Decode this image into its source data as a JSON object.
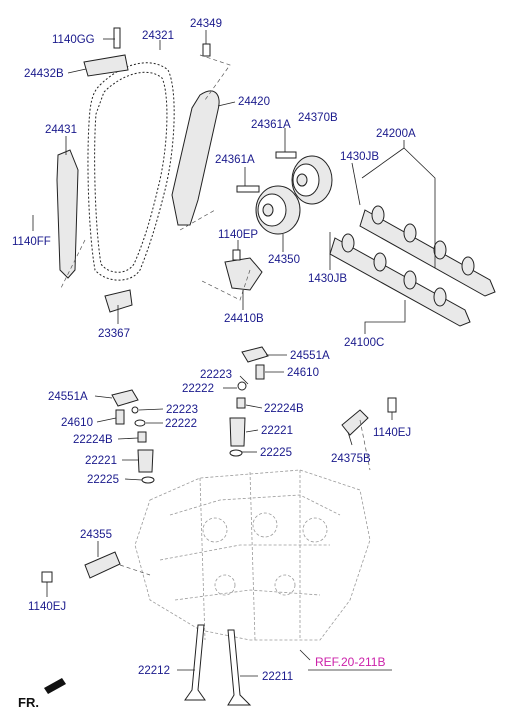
{
  "labels": {
    "p1140GG": "1140GG",
    "p24321": "24321",
    "p24349": "24349",
    "p24432B": "24432B",
    "p24420": "24420",
    "p24431": "24431",
    "p24370B": "24370B",
    "p24361A_top": "24361A",
    "p24200A": "24200A",
    "p24361A_low": "24361A",
    "p1430JB_top": "1430JB",
    "p1140FF": "1140FF",
    "p1140EP": "1140EP",
    "p24350": "24350",
    "p1430JB_low": "1430JB",
    "p23367": "23367",
    "p24410B": "24410B",
    "p24100C": "24100C",
    "p24551A_right": "24551A",
    "p22223_right": "22223",
    "p24610_right": "24610",
    "p22222_right": "22222",
    "p24551A_left": "24551A",
    "p22223_left": "22223",
    "p22224B_right": "22224B",
    "p24610_left": "24610",
    "p22222_left": "22222",
    "p1140EJ_right": "1140EJ",
    "p22221_right": "22221",
    "p22224B_left": "22224B",
    "p22225_right": "22225",
    "p24375B": "24375B",
    "p22221_left": "22221",
    "p22225_left": "22225",
    "p24355": "24355",
    "p1140EJ_left": "1140EJ",
    "ref": "REF.20-211B",
    "p22212": "22212",
    "p22211": "22211",
    "front": "FR."
  }
}
